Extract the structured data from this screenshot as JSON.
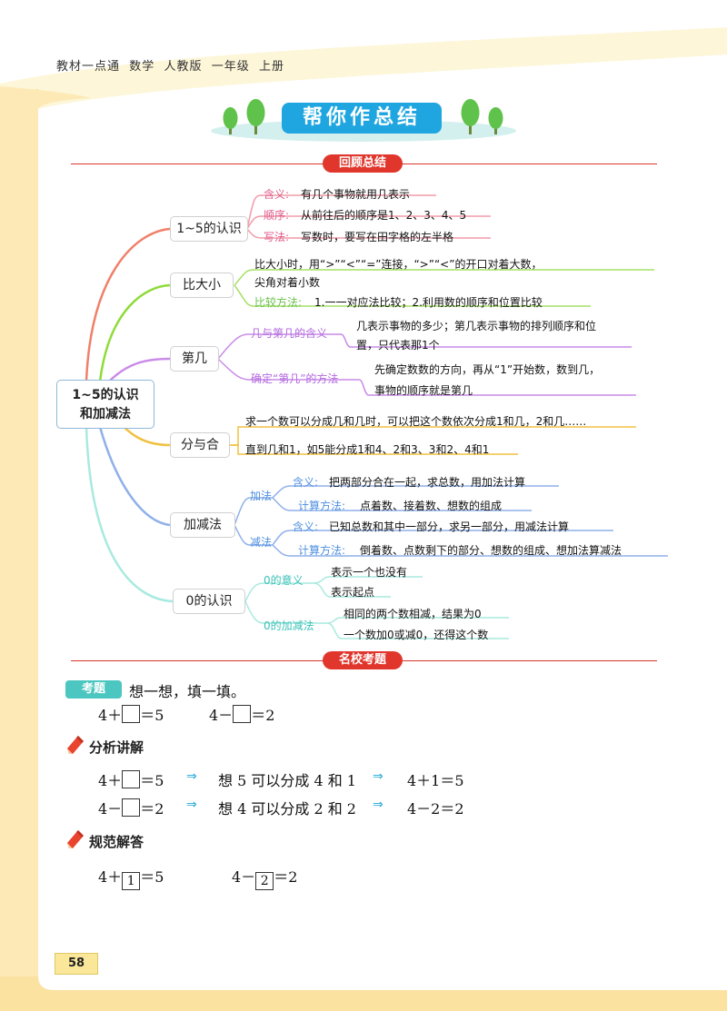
{
  "header": {
    "breadcrumb": "教材一点通  数学  人教版  一年级  上册"
  },
  "title": "帮你作总结",
  "section1": "回顾总结",
  "section2": "名校考题",
  "mindmap": {
    "center": [
      "1~5的认识",
      "和加减法"
    ],
    "b1": {
      "label": "1~5的认识",
      "k1": "含义:",
      "v1": "有几个事物就用几表示",
      "k2": "顺序:",
      "v2": "从前往后的顺序是1、2、3、4、5",
      "k3": "写法:",
      "v3": "写数时，要写在田字格的左半格"
    },
    "b2": {
      "label": "比大小",
      "v1a": "比大小时，用“>”“<”“=”连接，“>”“<”的开口对着大数，",
      "v1b": "尖角对着小数",
      "k2": "比较方法:",
      "v2": "1.一一对应法比较；2.利用数的顺序和位置比较"
    },
    "b3": {
      "label": "第几",
      "k1": "几与第几的含义",
      "v1a": "几表示事物的多少；第几表示事物的排列顺序和位",
      "v1b": "置，只代表那1个",
      "k2": "确定“第几”的方法",
      "v2a": "先确定数数的方向，再从“1”开始数，数到几，",
      "v2b": "事物的顺序就是第几"
    },
    "b4": {
      "label": "分与合",
      "v1": "求一个数可以分成几和几时，可以把这个数依次分成1和几，2和几……",
      "v2": "直到几和1，如5能分成1和4、2和3、3和2、4和1"
    },
    "b5": {
      "label": "加减法",
      "k_add": "加法",
      "k_sub": "减法",
      "a1k": "含义:",
      "a1v": "把两部分合在一起，求总数，用加法计算",
      "a2k": "计算方法:",
      "a2v": "点着数、接着数、想数的组成",
      "s1k": "含义:",
      "s1v": "已知总数和其中一部分，求另一部分，用减法计算",
      "s2k": "计算方法:",
      "s2v": "倒着数、点数剩下的部分、想数的组成、想加法算减法"
    },
    "b6": {
      "label": "0的认识",
      "k1": "0的意义",
      "v1a": "表示一个也没有",
      "v1b": "表示起点",
      "k2": "0的加减法",
      "v2a": "相同的两个数相减，结果为0",
      "v2b": "一个数加0或减0，还得这个数"
    }
  },
  "question": {
    "tag": "考题",
    "prompt": "想一想，填一填。",
    "eq1a": "4＋",
    "eq1b": "＝5",
    "eq2a": "4－",
    "eq2b": "＝2"
  },
  "analysis": {
    "heading": "分析讲解",
    "r1a": "4＋",
    "r1b": "＝5",
    "r1c": "想 5 可以分成 4 和 1",
    "r1d": "4＋1＝5",
    "r2a": "4－",
    "r2b": "＝2",
    "r2c": "想 4 可以分成 2 和 2",
    "r2d": "4－2＝2",
    "arrow": "⇒"
  },
  "answer": {
    "heading": "规范解答",
    "a1a": "4＋",
    "a1box": "1",
    "a1b": "＝5",
    "a2a": "4－",
    "a2box": "2",
    "a2b": "＝2"
  },
  "page_number": "58",
  "colors": {
    "red": "#e0362c",
    "blue_title": "#1fa6e0",
    "teal": "#4cc6c0",
    "page_yellow": "#fbe79a"
  }
}
